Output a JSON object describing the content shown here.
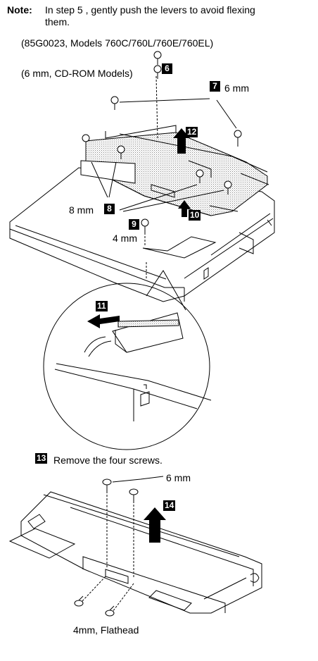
{
  "note": {
    "label": "Note:",
    "line1": "In step   5  , gently push the levers to avoid flexing",
    "line2": "them."
  },
  "models": "(85G0023, Models 760C/760L/760E/760EL)",
  "cdrom": "(6 mm, CD-ROM Models)",
  "steps": {
    "s6": "6",
    "s7": "7",
    "s8": "8",
    "s9": "9",
    "s10": "10",
    "s11": "11",
    "s12": "12",
    "s13": "13",
    "s14": "14"
  },
  "labels": {
    "six_mm_top": "6 mm",
    "eight_mm": "8 mm",
    "four_mm": "4 mm",
    "step13_text": "Remove the four screws.",
    "six_mm_bottom": "6 mm",
    "flathead": "4mm, Flathead"
  },
  "colors": {
    "ink": "#000000",
    "dither": "#9a9a9a"
  }
}
